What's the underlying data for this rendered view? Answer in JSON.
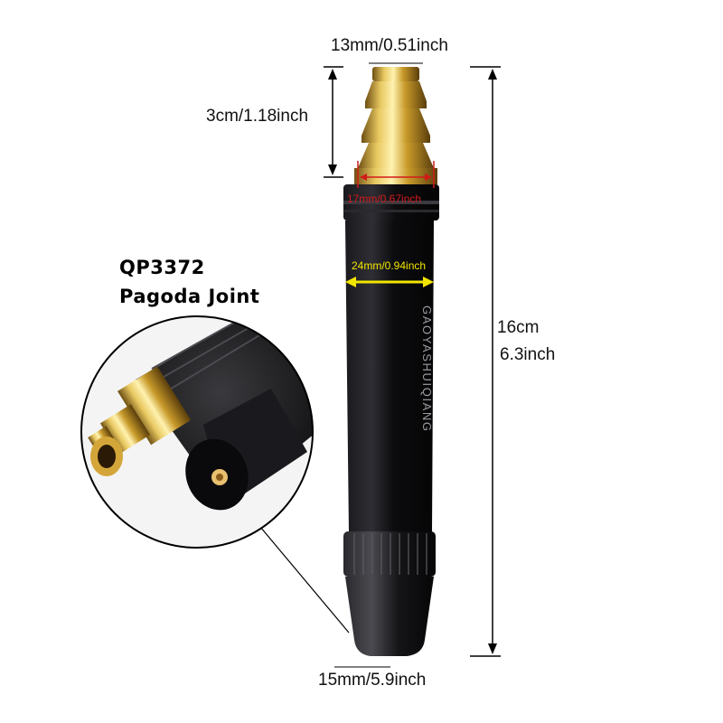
{
  "product": {
    "model": "QP3372",
    "name": "Pagoda Joint",
    "brand_text": "GAOYASHUIQIANG"
  },
  "dimensions": {
    "top_width": "13mm/0.51inch",
    "barb_length": "3cm/1.18inch",
    "collar_width": "17mm/0.67inch",
    "body_width": "24mm/0.94inch",
    "total_length_cm": "16cm",
    "total_length_in": "6.3inch",
    "nozzle_width": "15mm/5.9inch"
  },
  "colors": {
    "body": "#0d0d0f",
    "brass": "#c9a227",
    "collar_mark": "#d21a1a",
    "body_mark": "#f2e600"
  }
}
